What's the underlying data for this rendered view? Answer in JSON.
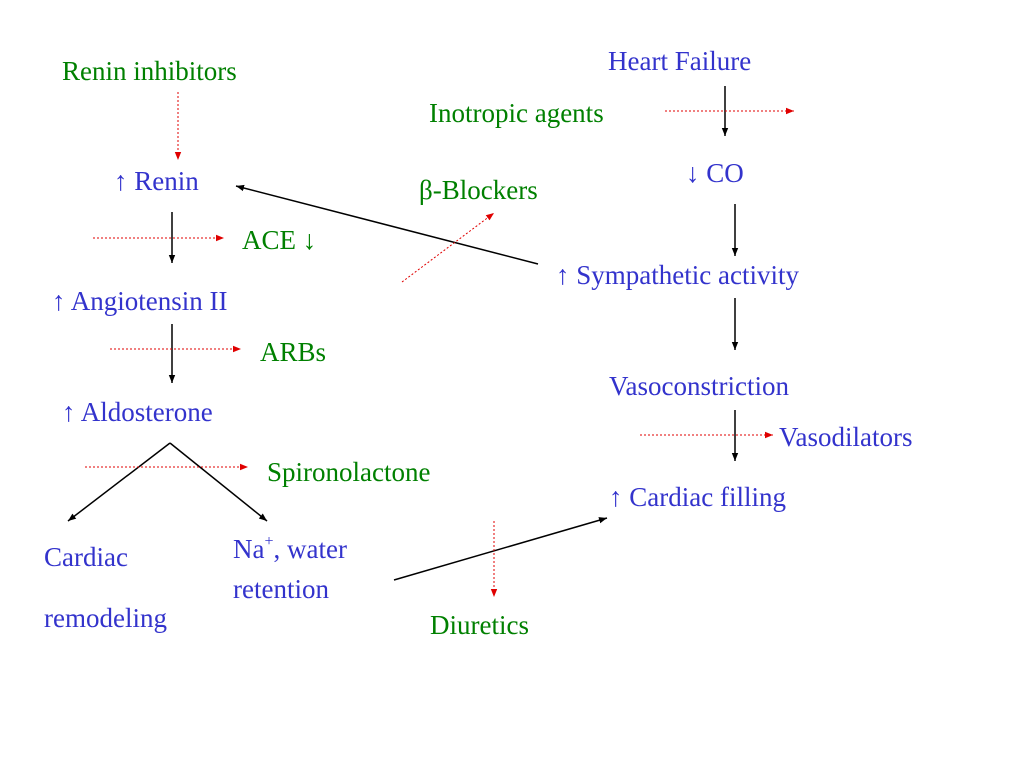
{
  "colors": {
    "process": "#3333cc",
    "drug": "#008000",
    "pathway_arrow": "#000000",
    "drug_arrow": "#e00000"
  },
  "labels": {
    "heart_failure": "Heart Failure",
    "inotropic_agents": "Inotropic agents",
    "co": "↓ CO",
    "beta_blockers": "β-Blockers",
    "sympathetic_activity": "↑ Sympathetic activity",
    "vasoconstriction": "Vasoconstriction",
    "vasodilators": "Vasodilators",
    "cardiac_filling": "↑ Cardiac filling",
    "diuretics": "Diuretics",
    "renin_inhibitors": "Renin inhibitors",
    "renin": "↑ Renin",
    "ace": "ACE ↓",
    "angiotensin_ii": "↑ Angiotensin II",
    "arbs": "ARBs",
    "aldosterone": "↑ Aldosterone",
    "spironolactone": "Spironolactone",
    "cardiac_remodeling_line1": "Cardiac",
    "cardiac_remodeling_line2": "remodeling",
    "na_prefix": "Na",
    "na_charge": "+",
    "na_suffix": ", water",
    "retention": "retention"
  }
}
